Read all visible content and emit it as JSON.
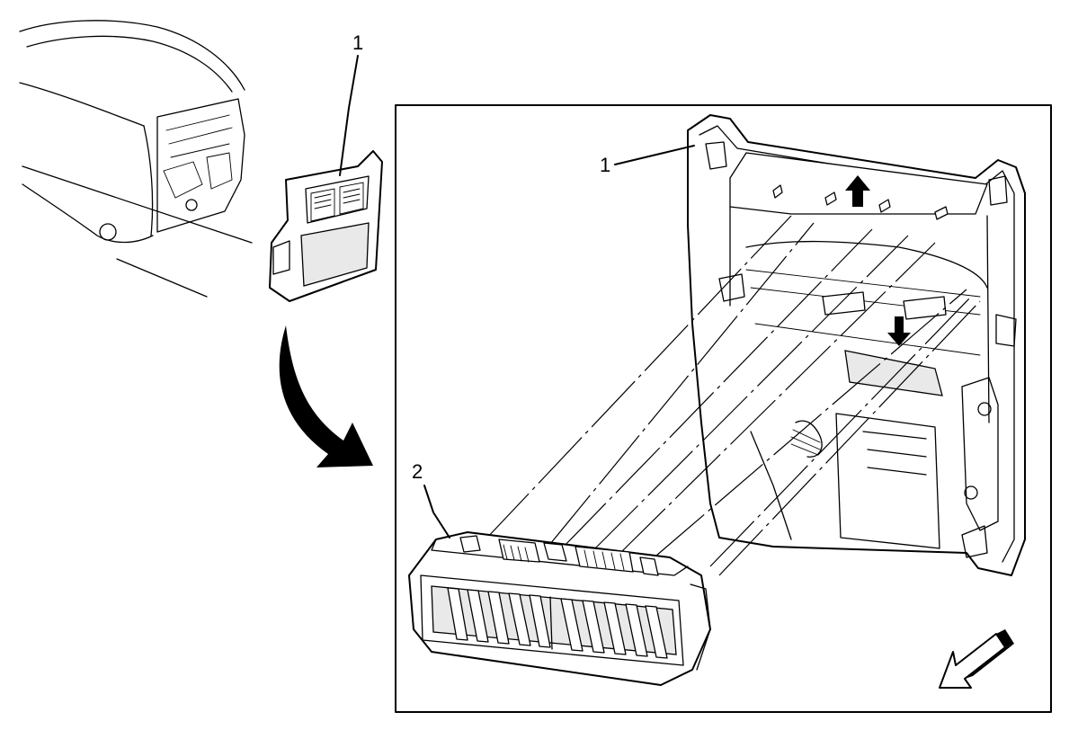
{
  "callouts": {
    "overview_1": "1",
    "detail_1": "1",
    "detail_2": "2"
  },
  "icons": {
    "removal_arrow": "curved-arrow-icon",
    "up_arrow": "up-arrow-icon",
    "down_arrow": "down-arrow-icon",
    "direction_arrow": "direction-arrow-icon"
  },
  "colors": {
    "line": "#000000",
    "background": "#ffffff"
  }
}
